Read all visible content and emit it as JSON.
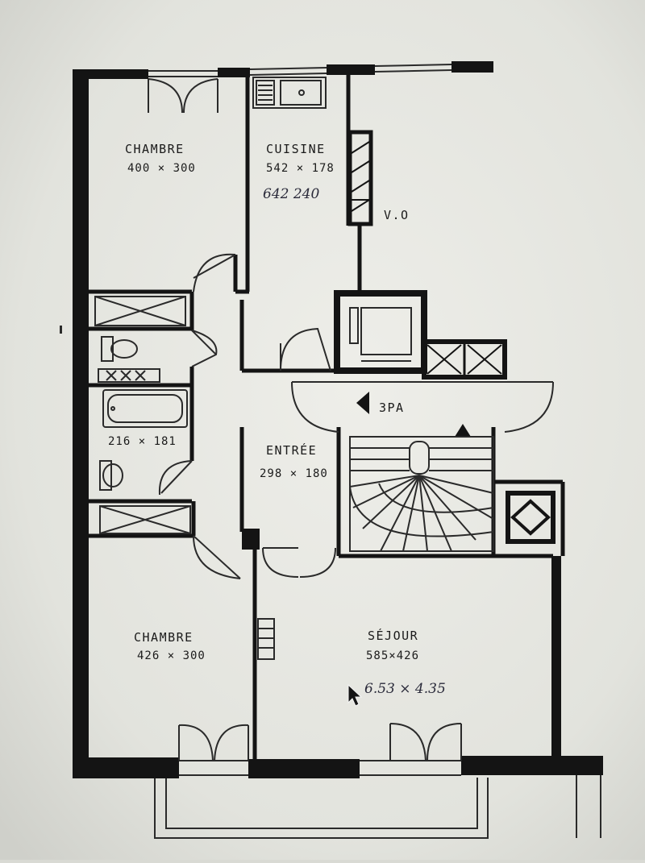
{
  "rooms": {
    "chambre_top": {
      "name": "CHAMBRE",
      "dims": "400 × 300"
    },
    "cuisine": {
      "name": "CUISINE",
      "dims": "542 × 178",
      "note": "642 240"
    },
    "chambre_bottom": {
      "name": "CHAMBRE",
      "dims": "426 × 300"
    },
    "entree": {
      "name": "ENTRÉE",
      "dims": "298 × 180"
    },
    "sejour": {
      "name": "SÉJOUR",
      "dims": "585×426",
      "note": "6.53 × 4.35"
    },
    "bathroom": {
      "dims": "216 × 181"
    }
  },
  "labels": {
    "vo": "V.O",
    "landing": "3PA"
  },
  "colors": {
    "paper": "#e4e5df",
    "wall": "#141414",
    "line": "#2a2a2a"
  }
}
